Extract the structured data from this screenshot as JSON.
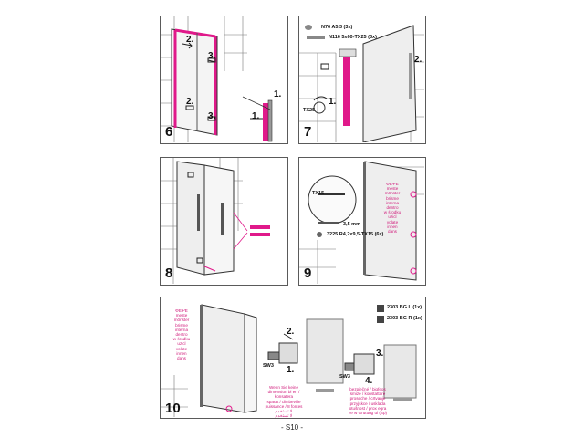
{
  "steps": {
    "s6": {
      "number": "6",
      "labels": [
        "2.",
        "3.",
        "2.",
        "3.",
        "1.",
        "1."
      ]
    },
    "s7": {
      "number": "7",
      "part1": "N76 A5,3 (3x)",
      "part2": "N116 5x60-TX25 (3x)",
      "labels": [
        "2.",
        "TX25",
        "1."
      ]
    },
    "s8": {
      "number": "8"
    },
    "s9": {
      "number": "9",
      "tool": "TX15",
      "drill": "3,5 mm",
      "part": "3225 R4,2x9,5-TX15 (6x)",
      "note": [
        "ΦΕΨΕ",
        "meste",
        "mönster",
        "brisme",
        "interna",
        "dentro",
        "w środku",
        "uzicl",
        "volate",
        "innen",
        "dans"
      ]
    },
    "s10": {
      "number": "10",
      "part1": "2303 BG L (1x)",
      "part2": "2303 BG R (1x)",
      "labels": [
        "2.",
        "SW3",
        "1.",
        "3.",
        "SW3",
        "4."
      ],
      "note": [
        "ΦΕΨΕ",
        "meste",
        "mönster",
        "brisme",
        "interna",
        "dentro",
        "w środku",
        "uzicl",
        "volate",
        "innen",
        "dans"
      ],
      "warn1": [
        "Wenn Sie keine",
        "dimension bl en / konsatera",
        "sparat / dimbeville",
        "puissance / 8 fontes",
        "لا تستخدم",
        "لا تستخدم"
      ],
      "warn2": [
        "bezpiečné / bigfeos",
        "smize / konstattare",
        "proseche / crtvanje",
        "przyjskce / usklada",
        "otušnost / prox egra",
        "ze w Grütung ul (Sp)"
      ]
    }
  },
  "page_number": "- S10 -",
  "colors": {
    "accent": "#e0198a",
    "line": "#444444"
  }
}
